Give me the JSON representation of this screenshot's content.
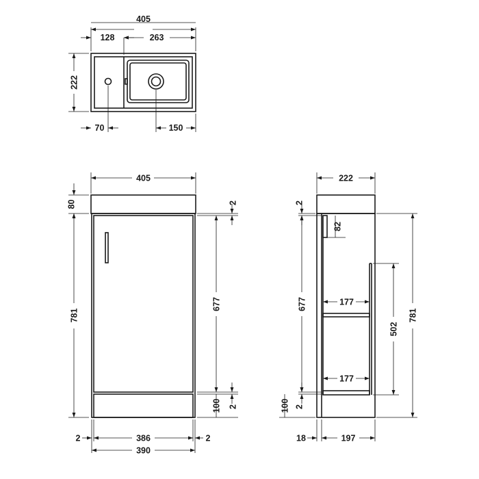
{
  "top_view": {
    "overall_width": "405",
    "left_section": "128",
    "basin_width": "263",
    "depth": "222",
    "tap_offset": "70",
    "waste_offset": "150"
  },
  "front_view": {
    "overall_width": "405",
    "basin_height": "80",
    "top_gap": "2",
    "cabinet_height": "781",
    "door_height": "677",
    "plinth_height": "100",
    "plinth_gap": "2",
    "left_gap": "2",
    "door_width": "386",
    "right_gap": "2",
    "carcass_width": "390"
  },
  "side_view": {
    "depth": "222",
    "top_gap": "2",
    "handle_height": "82",
    "door_height": "677",
    "upper_shelf_depth": "177",
    "lower_shelf_depth": "177",
    "internal_height": "502",
    "cabinet_height": "781",
    "plinth_height": "100",
    "plinth_gap": "2",
    "door_thickness": "18",
    "carcass_depth": "197"
  }
}
